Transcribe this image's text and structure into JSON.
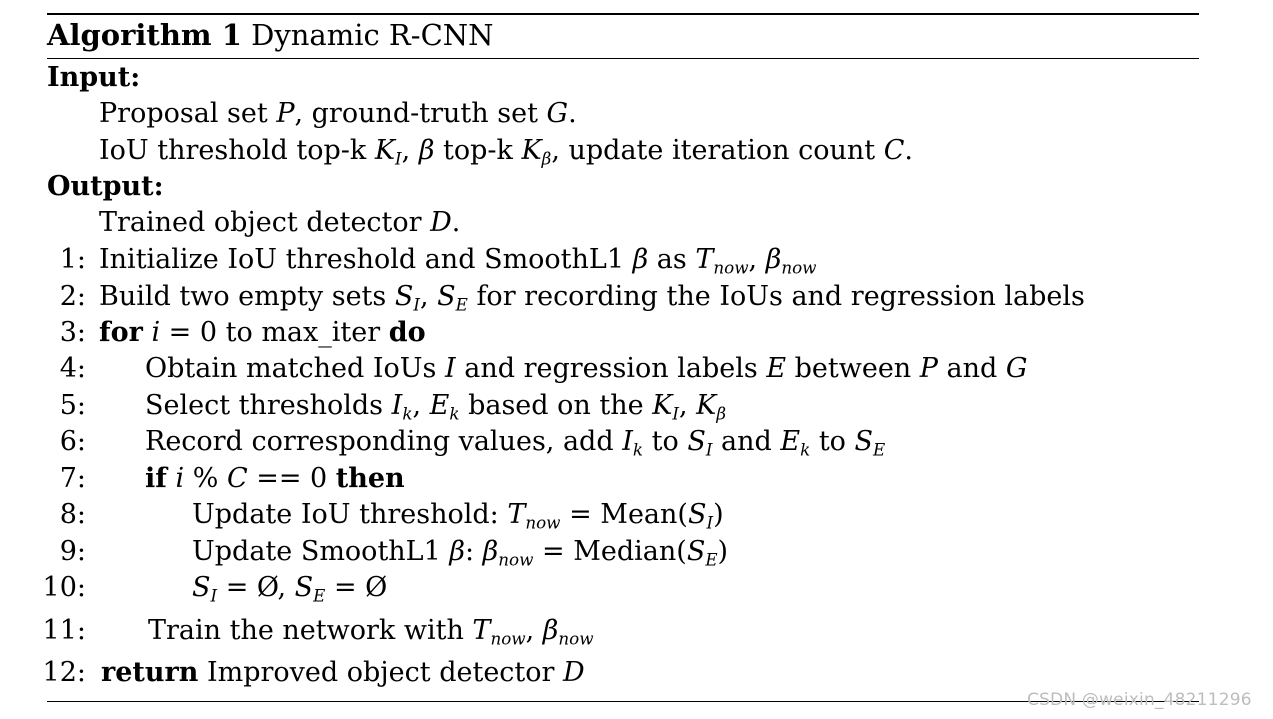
{
  "algorithm": {
    "label": "Algorithm 1",
    "title": "Dynamic R-CNN"
  },
  "input": {
    "heading": "Input:",
    "line1": "Proposal set P, ground-truth set G.",
    "line2": "IoU threshold top-k K_I, β top-k K_β, update iteration count C."
  },
  "output": {
    "heading": "Output:",
    "line1": "Trained object detector D."
  },
  "steps": [
    {
      "num": "1:",
      "text": "Initialize IoU threshold and SmoothL1 β as T_now, β_now"
    },
    {
      "num": "2:",
      "text": "Build two empty sets S_I, S_E for recording the IoUs and regression labels"
    },
    {
      "num": "3:",
      "text": "for i = 0 to max_iter do"
    },
    {
      "num": "4:",
      "text": "Obtain matched IoUs I and regression labels E between P and G"
    },
    {
      "num": "5:",
      "text": "Select thresholds I_k, E_k based on the K_I, K_β"
    },
    {
      "num": "6:",
      "text": "Record corresponding values, add I_k to S_I and E_k to S_E"
    },
    {
      "num": "7:",
      "text": "if i % C == 0 then"
    },
    {
      "num": "8:",
      "text": "Update IoU threshold: T_now = Mean(S_I)"
    },
    {
      "num": "9:",
      "text": "Update SmoothL1 β: β_now = Median(S_E)"
    },
    {
      "num": "10:",
      "text": "S_I = Ø, S_E = Ø"
    },
    {
      "num": "11:",
      "text": "Train the network with T_now, β_now"
    },
    {
      "num": "12:",
      "text": "return Improved object detector D"
    }
  ],
  "watermark": "CSDN @weixin_48211296"
}
